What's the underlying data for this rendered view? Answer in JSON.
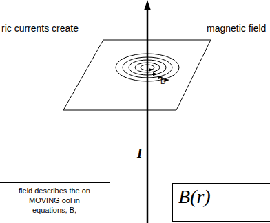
{
  "diagram": {
    "nodes": [
      {
        "text": [
          "field describes the on MOVING ool in equations, B,"
        ]
      },
      {
        "text": [
          "B(r)"
        ]
      }
    ],
    "labels": [
      "ric currents create",
      "magnetic field",
      "B",
      "I"
    ]
  }
}
